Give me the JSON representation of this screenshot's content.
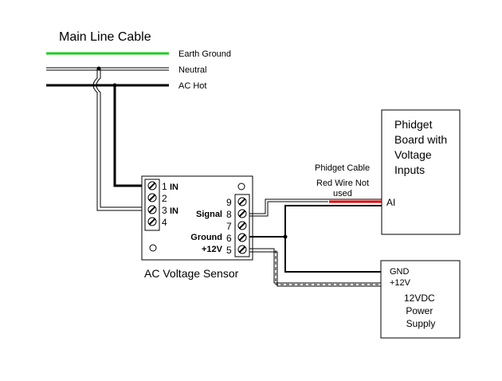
{
  "title": "Main Line Cable",
  "mains": {
    "earth": "Earth Ground",
    "neutral": "Neutral",
    "hot": "AC Hot"
  },
  "sensor": {
    "name": "AC Voltage Sensor",
    "left_pins": [
      "1",
      "2",
      "3",
      "4"
    ],
    "in_top": "IN",
    "in_bottom": "IN",
    "right_pins": [
      "9",
      "8",
      "7",
      "6",
      "5"
    ],
    "signal": "Signal",
    "ground": "Ground",
    "plus12": "+12V"
  },
  "phidget": {
    "text": [
      "Phidget",
      "Board with",
      "Voltage",
      "Inputs"
    ],
    "ai": "AI",
    "cable": "Phidget Cable",
    "note": [
      "Red Wire Not",
      "used"
    ]
  },
  "supply": {
    "gnd": "GND",
    "plus12": "+12V",
    "text": [
      "12VDC",
      "Power",
      "Supply"
    ]
  },
  "colors": {
    "earth": "#22cc22",
    "red_wire": "#dd0000",
    "wire": "#000000"
  }
}
